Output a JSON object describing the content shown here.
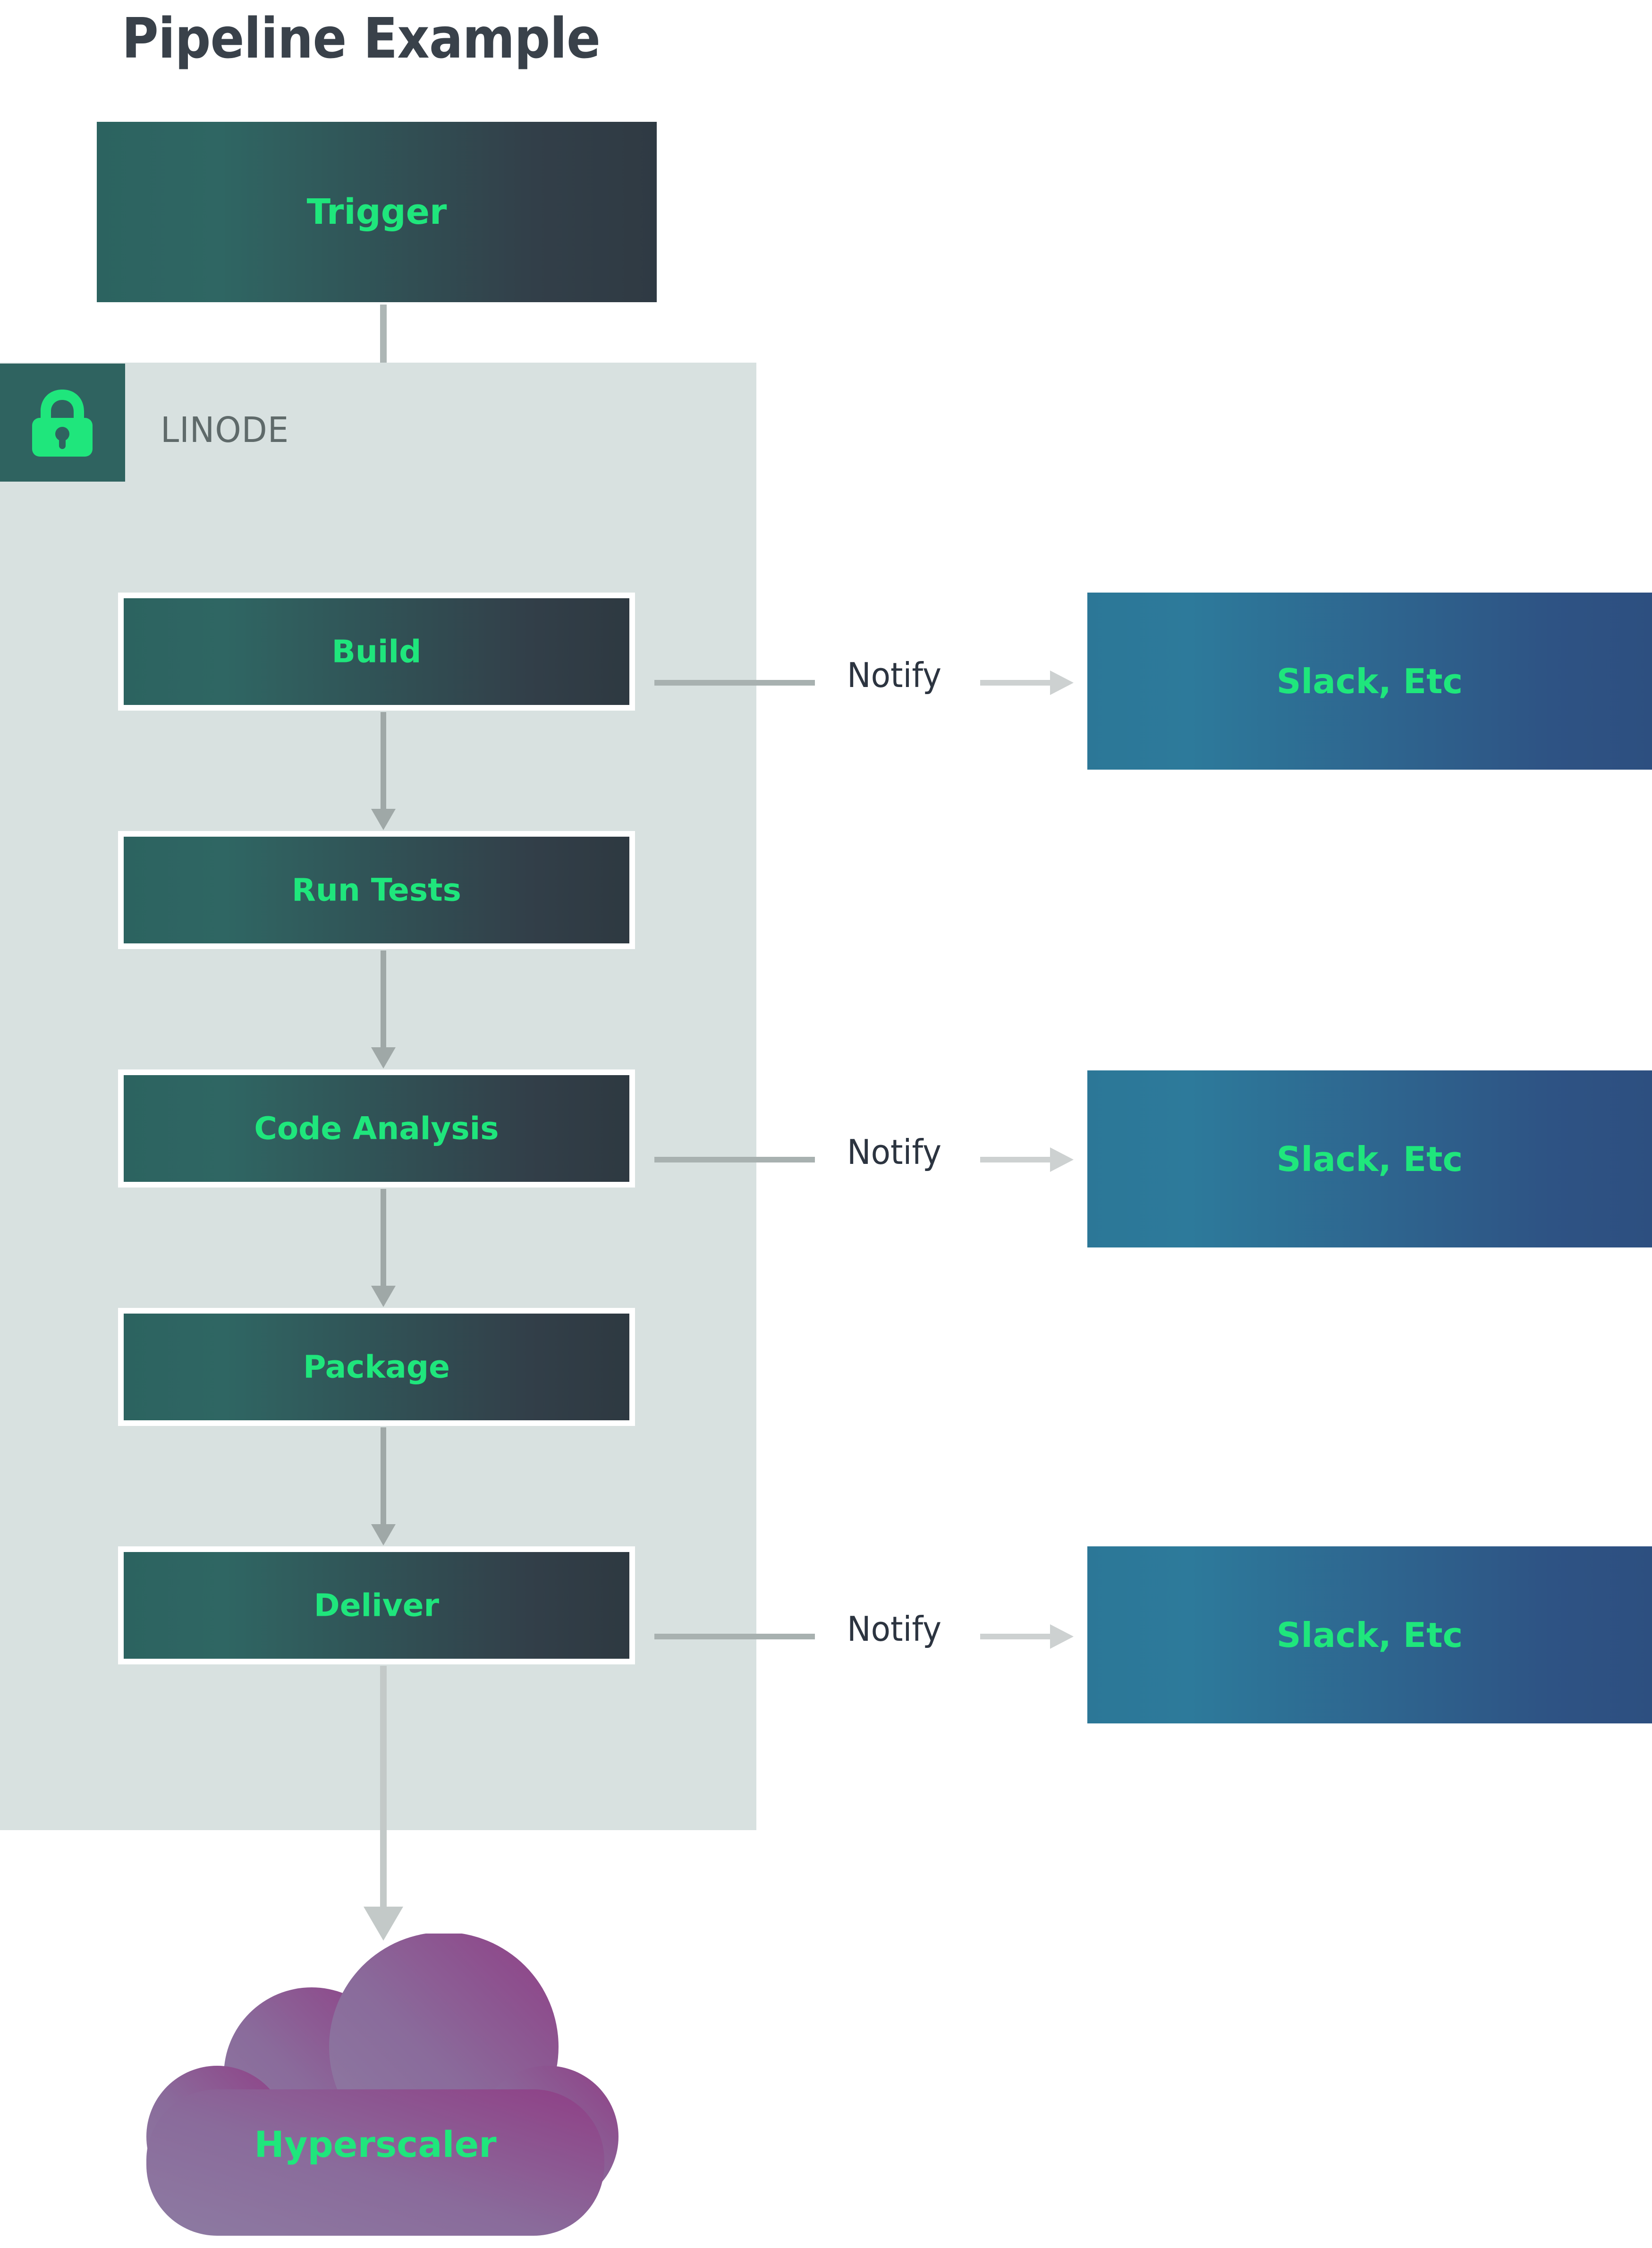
{
  "page": {
    "title": "Pipeline Example",
    "background": "#ffffff"
  },
  "colors": {
    "accent_green": "#1fe67c",
    "node_gradient_start": "#2c6360",
    "node_gradient_end": "#2e3941",
    "panel_background": "#d8e1e0",
    "lock_badge_background": "#2f6360",
    "slack_gradient_start": "#2c7797",
    "slack_gradient_end": "#2d4f80",
    "cloud_gradient_start": "#8b6e9c",
    "cloud_gradient_end": "#8e3f85",
    "arrow_gray": "#adb6b5",
    "title_color": "#39414a",
    "panel_label_color": "#5f6a6a",
    "notify_label_color": "#2c3440"
  },
  "trigger": {
    "label": "Trigger"
  },
  "panel": {
    "label": "LINODE",
    "icon": "lock-icon",
    "stages": [
      {
        "id": "build",
        "label": "Build"
      },
      {
        "id": "runtests",
        "label": "Run Tests"
      },
      {
        "id": "analysis",
        "label": "Code Analysis"
      },
      {
        "id": "package",
        "label": "Package"
      },
      {
        "id": "deliver",
        "label": "Deliver"
      }
    ]
  },
  "notifications": [
    {
      "connector_label": "Notify",
      "target_label": "Slack, Etc",
      "from_stage": "build"
    },
    {
      "connector_label": "Notify",
      "target_label": "Slack, Etc",
      "from_stage": "analysis"
    },
    {
      "connector_label": "Notify",
      "target_label": "Slack, Etc",
      "from_stage": "deliver"
    }
  ],
  "cloud": {
    "label": "Hyperscaler",
    "icon": "cloud-shape"
  },
  "chart_data": {
    "type": "diagram",
    "title": "Pipeline Example",
    "nodes": [
      {
        "id": "trigger",
        "label": "Trigger",
        "group": "external",
        "shape": "rectangle"
      },
      {
        "id": "build",
        "label": "Build",
        "group": "LINODE",
        "shape": "rectangle"
      },
      {
        "id": "runtests",
        "label": "Run Tests",
        "group": "LINODE",
        "shape": "rectangle"
      },
      {
        "id": "analysis",
        "label": "Code Analysis",
        "group": "LINODE",
        "shape": "rectangle"
      },
      {
        "id": "package",
        "label": "Package",
        "group": "LINODE",
        "shape": "rectangle"
      },
      {
        "id": "deliver",
        "label": "Deliver",
        "group": "LINODE",
        "shape": "rectangle"
      },
      {
        "id": "slack1",
        "label": "Slack, Etc",
        "group": "external",
        "shape": "rectangle"
      },
      {
        "id": "slack2",
        "label": "Slack, Etc",
        "group": "external",
        "shape": "rectangle"
      },
      {
        "id": "slack3",
        "label": "Slack, Etc",
        "group": "external",
        "shape": "rectangle"
      },
      {
        "id": "cloud",
        "label": "Hyperscaler",
        "group": "external",
        "shape": "cloud"
      }
    ],
    "edges": [
      {
        "from": "trigger",
        "to": "build",
        "label": ""
      },
      {
        "from": "build",
        "to": "runtests",
        "label": ""
      },
      {
        "from": "runtests",
        "to": "analysis",
        "label": ""
      },
      {
        "from": "analysis",
        "to": "package",
        "label": ""
      },
      {
        "from": "package",
        "to": "deliver",
        "label": ""
      },
      {
        "from": "deliver",
        "to": "cloud",
        "label": ""
      },
      {
        "from": "build",
        "to": "slack1",
        "label": "Notify"
      },
      {
        "from": "analysis",
        "to": "slack2",
        "label": "Notify"
      },
      {
        "from": "deliver",
        "to": "slack3",
        "label": "Notify"
      }
    ],
    "groups": [
      {
        "id": "LINODE",
        "label": "LINODE",
        "icon": "lock-icon"
      }
    ]
  }
}
